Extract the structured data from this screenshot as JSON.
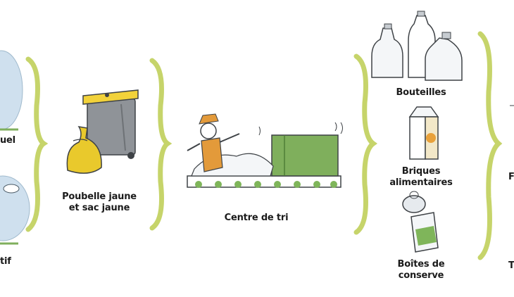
{
  "stages": {
    "left_partial_top": "uel",
    "left_partial_bottom": "tif",
    "bins": {
      "line1": "Poubelle jaune",
      "line2": "et sac jaune"
    },
    "sorting_center": "Centre de tri",
    "materials": [
      {
        "line1": "Bouteilles",
        "line2": ""
      },
      {
        "line1": "Briques",
        "line2": "alimentaires"
      },
      {
        "line1": "Boîtes de",
        "line2": "conserve"
      }
    ],
    "right_partial_top": "F",
    "right_partial_bottom": "T"
  },
  "colors": {
    "arrow_green": "#c6d46a",
    "bin_gray": "#8f9398",
    "bin_lid_yellow": "#f2d23a",
    "bag_yellow": "#e9c92c",
    "conveyor_green": "#7fb55a",
    "machine_green": "#7faf5c",
    "bubble_blue": "#cfe0ee",
    "carton_orange": "#e9a13a"
  }
}
